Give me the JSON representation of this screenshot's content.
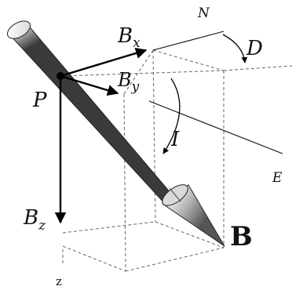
{
  "labels": {
    "bx_main": "B",
    "bx_sub": "x",
    "by_main": "B",
    "by_sub": "y",
    "bz_main": "B",
    "bz_sub": "z",
    "north": "N",
    "east": "E",
    "declination": "D",
    "inclination": "I",
    "point": "P",
    "field": "B",
    "z_axis": "z"
  }
}
